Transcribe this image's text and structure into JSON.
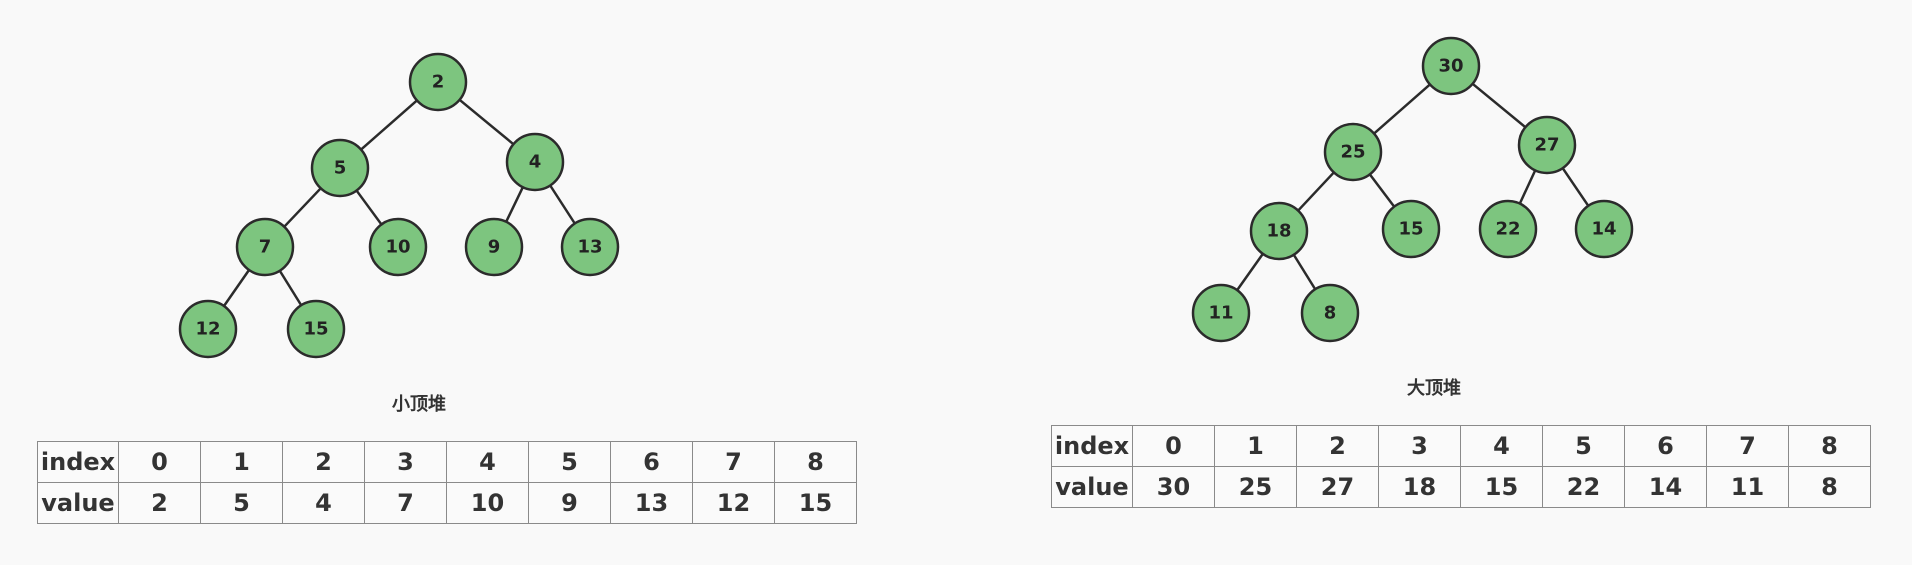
{
  "min_heap": {
    "caption": "小顶堆",
    "node_color": "#7dc57f",
    "nodes": [
      2,
      5,
      4,
      7,
      10,
      9,
      13,
      12,
      15
    ],
    "table": {
      "row_labels": [
        "index",
        "value"
      ],
      "index": [
        "0",
        "1",
        "2",
        "3",
        "4",
        "5",
        "6",
        "7",
        "8"
      ],
      "value": [
        "2",
        "5",
        "4",
        "7",
        "10",
        "9",
        "13",
        "12",
        "15"
      ]
    }
  },
  "max_heap": {
    "caption": "大顶堆",
    "node_color": "#7dc57f",
    "nodes": [
      30,
      25,
      27,
      18,
      15,
      22,
      14,
      11,
      8
    ],
    "table": {
      "row_labels": [
        "index",
        "value"
      ],
      "index": [
        "0",
        "1",
        "2",
        "3",
        "4",
        "5",
        "6",
        "7",
        "8"
      ],
      "value": [
        "30",
        "25",
        "27",
        "18",
        "15",
        "22",
        "14",
        "11",
        "8"
      ]
    }
  }
}
